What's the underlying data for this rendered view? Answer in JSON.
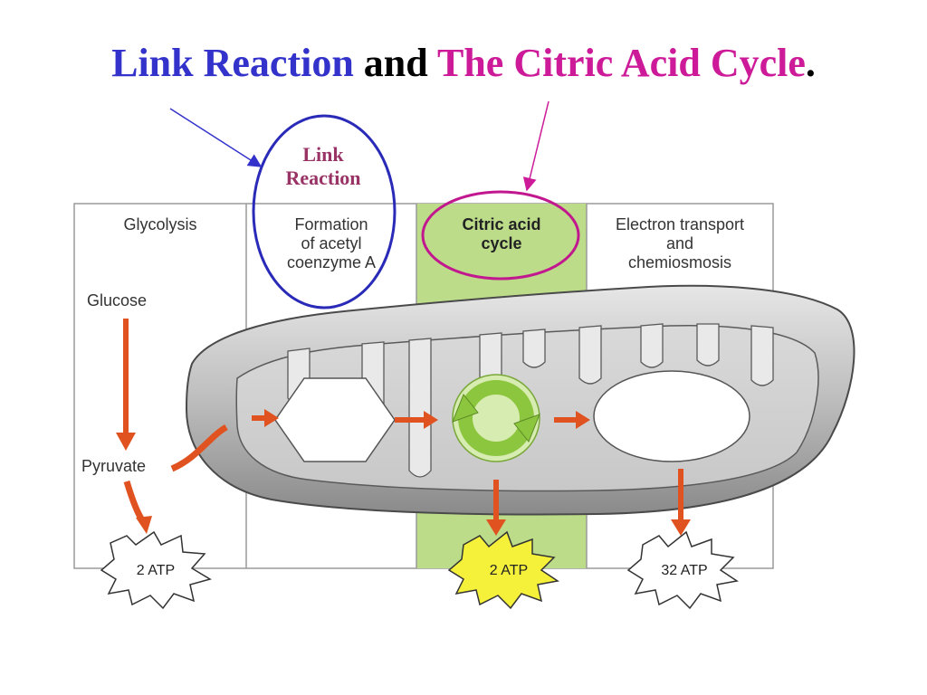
{
  "title": {
    "part1": "Link Reaction",
    "part2": "and",
    "part3": "The Citric Acid Cycle",
    "part4": "."
  },
  "callout": {
    "link_label_line1": "Link",
    "link_label_line2": "Reaction"
  },
  "columns": [
    {
      "label_lines": [
        "Glycolysis"
      ]
    },
    {
      "label_lines": [
        "Formation",
        "of acetyl",
        "coenzyme A"
      ]
    },
    {
      "label_lines": [
        "Citric acid",
        "cycle"
      ]
    },
    {
      "label_lines": [
        "Electron transport",
        "and",
        "chemiosmosis"
      ]
    }
  ],
  "molecules": {
    "glucose": "Glucose",
    "pyruvate": "Pyruvate"
  },
  "atp": {
    "glycolysis": "2 ATP",
    "citric": "2 ATP",
    "etc": "32 ATP"
  },
  "colors": {
    "blue": "#3333cc",
    "magenta": "#cc1a99",
    "arrow_orange": "#e0521f",
    "highlight_green": "#bcdc8a",
    "cycle_green": "#8cc63f",
    "atp_yellow": "#f5f03a"
  }
}
